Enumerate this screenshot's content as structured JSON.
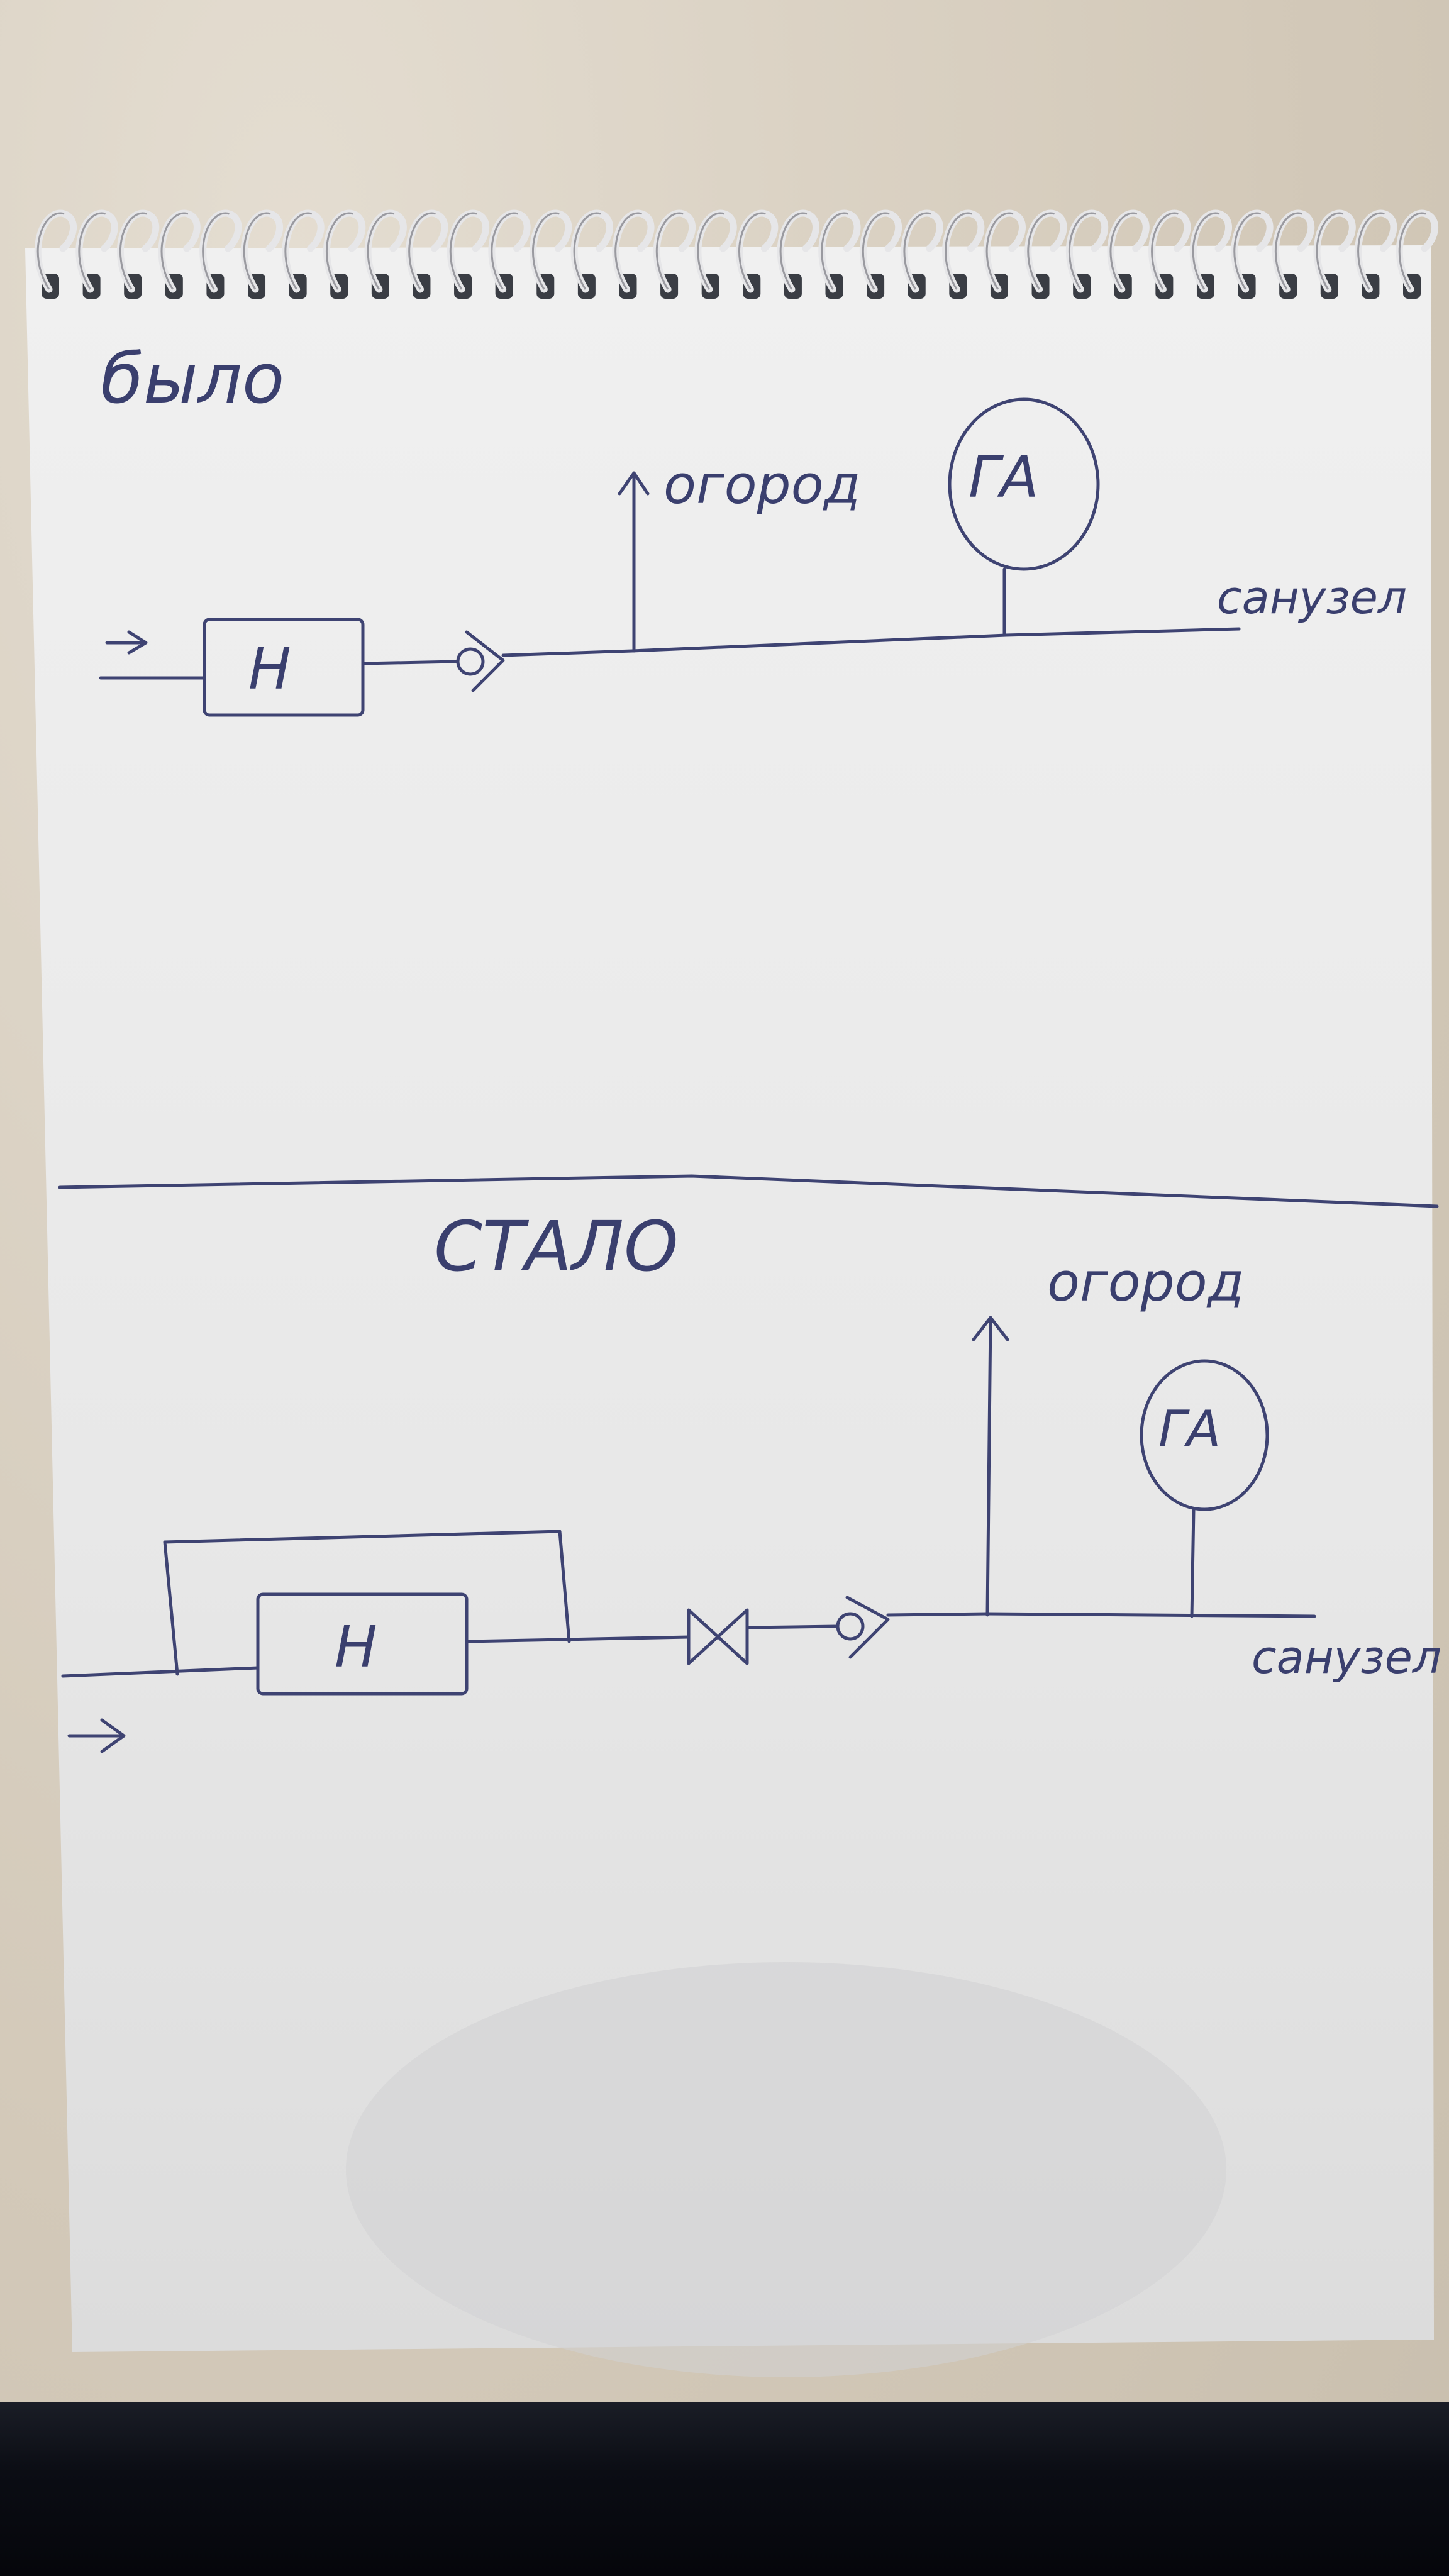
{
  "diagram": {
    "before": {
      "title": "было",
      "pump_label": "Н",
      "garden_label": "огород",
      "accumulator_label": "ГА",
      "bathroom_label": "санузел"
    },
    "after": {
      "title": "СТАЛО",
      "pump_label": "Н",
      "garden_label": "огород",
      "accumulator_label": "ГА",
      "bathroom_label": "санузел"
    }
  },
  "colors": {
    "ink": "#3e4372",
    "paper": "#eeeeee",
    "background": "#d3c9b9"
  }
}
